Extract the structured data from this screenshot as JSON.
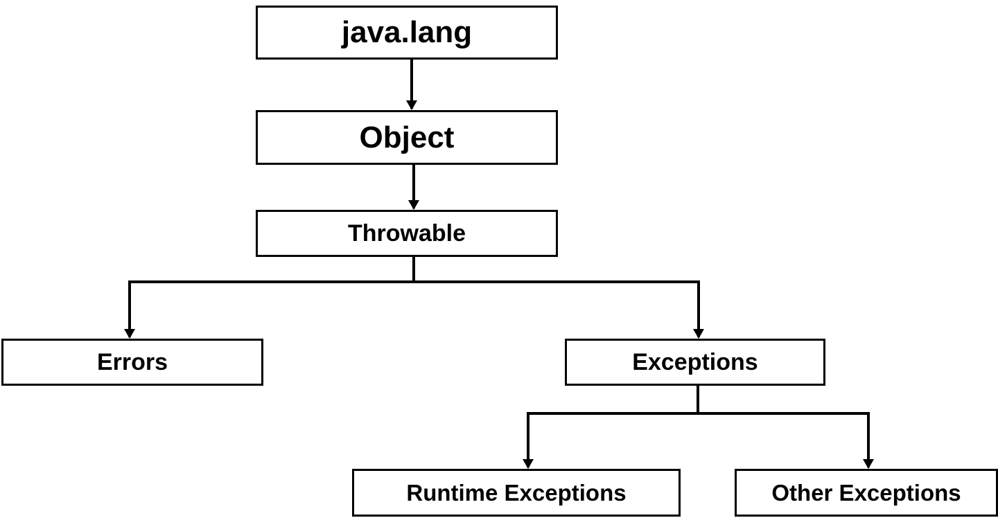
{
  "diagram": {
    "nodes": {
      "java_lang": "java.lang",
      "object": "Object",
      "throwable": "Throwable",
      "errors": "Errors",
      "exceptions": "Exceptions",
      "runtime_exceptions": "Runtime Exceptions",
      "other_exceptions": "Other Exceptions"
    },
    "edges": [
      {
        "from": "java.lang",
        "to": "Object"
      },
      {
        "from": "Object",
        "to": "Throwable"
      },
      {
        "from": "Throwable",
        "to": "Errors"
      },
      {
        "from": "Throwable",
        "to": "Exceptions"
      },
      {
        "from": "Exceptions",
        "to": "Runtime Exceptions"
      },
      {
        "from": "Exceptions",
        "to": "Other Exceptions"
      }
    ],
    "colors": {
      "line": "#000000",
      "box_border": "#000000",
      "background": "#ffffff"
    }
  }
}
